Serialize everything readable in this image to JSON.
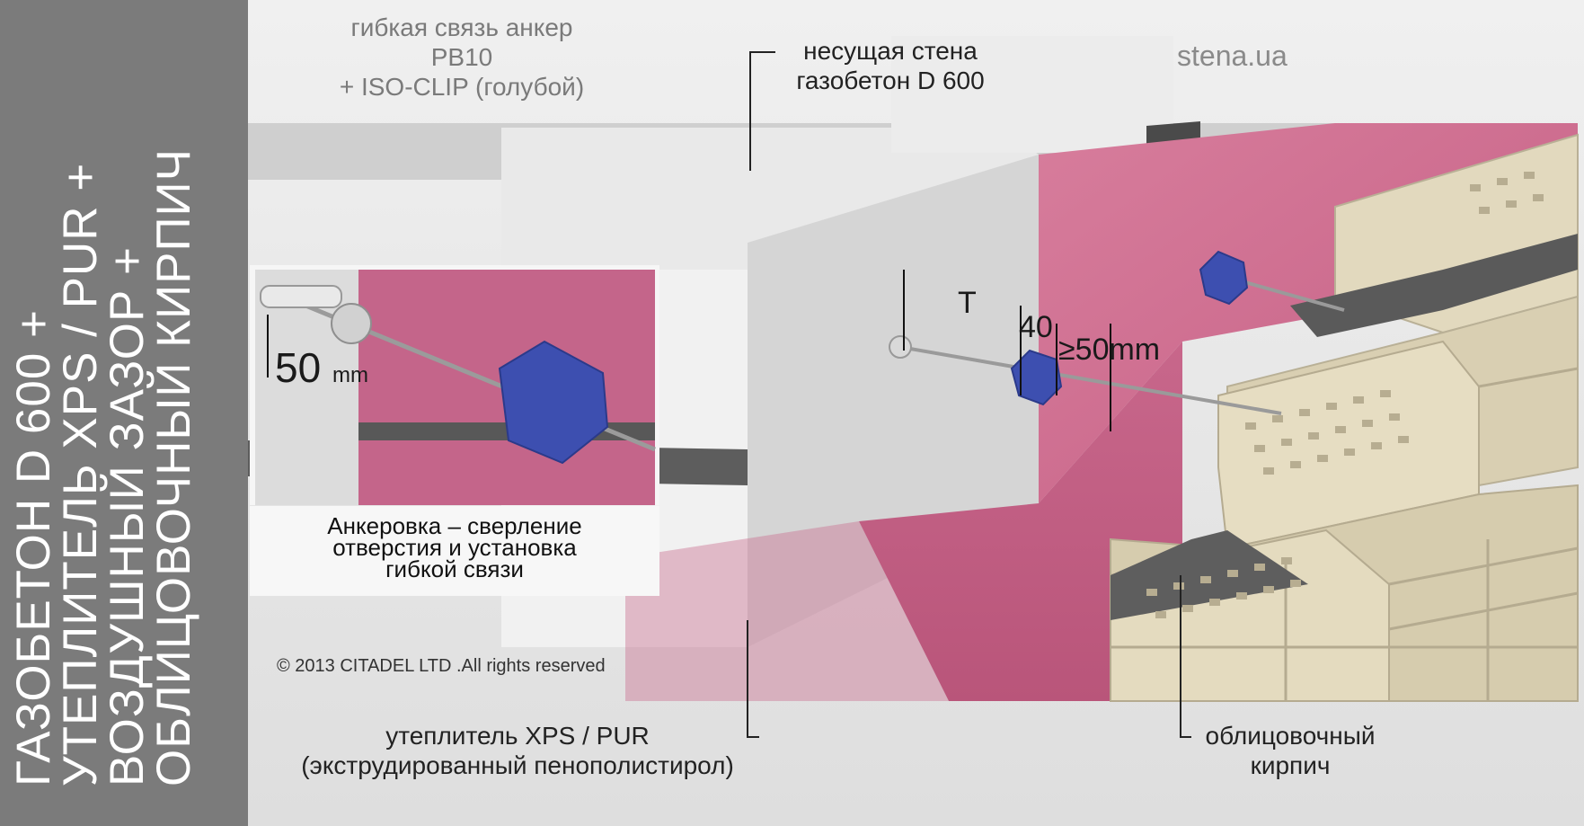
{
  "title_lines": [
    "ГАЗОБЕТОН D 600 +",
    "УТЕПЛИТЕЛЬ XPS / PUR +",
    "ВОЗДУШНЫЙ ЗАЗОР +",
    "ОБЛИЦОВОЧНЫЙ КИРПИЧ"
  ],
  "watermark": "stena.ua",
  "labels": {
    "anchor_line1": "гибкая связь анкер",
    "anchor_line2": "PB10",
    "anchor_line3": "+ ISO-CLIP (голубой)",
    "wall_line1": "несущая стена",
    "wall_line2": "газобетон D 600",
    "insulation_line1": "утеплитель XPS / PUR",
    "insulation_line2": "(экструдированный пенополистирол)",
    "brick_line1": "облицовочный",
    "brick_line2": "кирпич"
  },
  "inset": {
    "caption_line1": "Анкеровка – сверление",
    "caption_line2": "отверстия и установка",
    "caption_line3": "гибкой связи",
    "dimension": "50",
    "dimension_unit": "mm"
  },
  "dimensions": {
    "T": "T",
    "insulation": "40",
    "gap": "≥50mm"
  },
  "copyright": "© 2013 CITADEL LTD .All rights reserved",
  "colors": {
    "sidebar": "#7b7b7b",
    "concrete": "#e8e8e8",
    "insulation": "#c9668a",
    "brick": "#ddd4b8",
    "clip": "#3d4fb0"
  }
}
